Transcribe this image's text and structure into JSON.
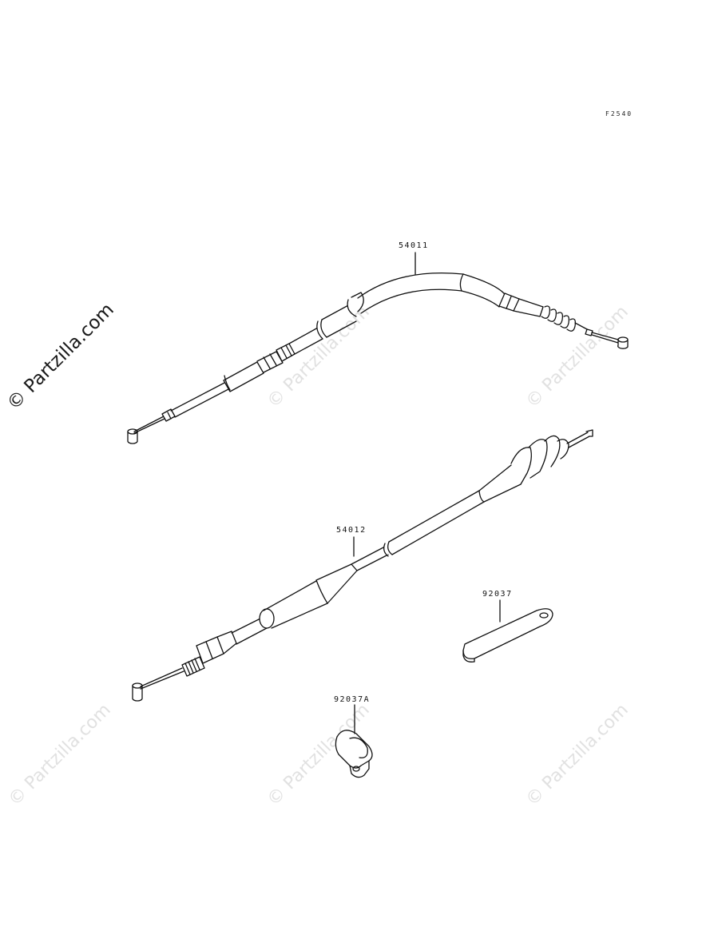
{
  "figure": {
    "code": "F2540"
  },
  "parts": [
    {
      "id": "clutch-cable",
      "number": "54011"
    },
    {
      "id": "throttle-cable",
      "number": "54012"
    },
    {
      "id": "cable-band",
      "number": "92037"
    },
    {
      "id": "cable-clamp",
      "number": "92037A"
    }
  ],
  "watermark": {
    "text": "© Partzilla.com"
  },
  "colors": {
    "line": "#111111",
    "fill": "#ffffff",
    "watermark": "#c8c8c8"
  }
}
